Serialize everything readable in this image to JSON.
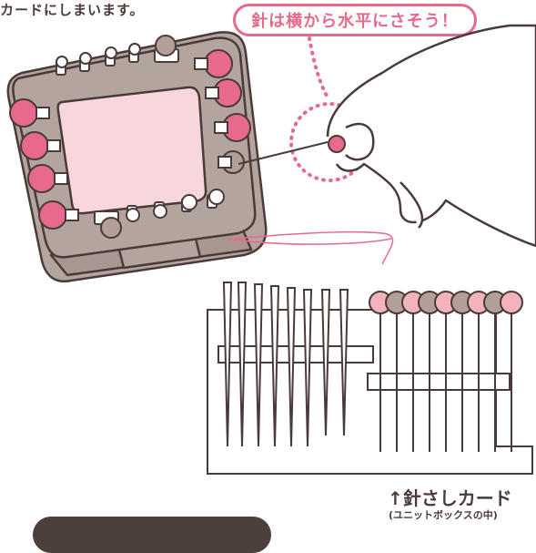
{
  "intro_text": "カードにしまいます。",
  "callout_text": "針は横から水平にさそう！",
  "caption": {
    "title": "↑針さしカード",
    "subtitle": "(ユニットボックスの中)"
  },
  "colors": {
    "accent_pink": "#e86a8a",
    "box_brown": "#b4a49e",
    "box_outline": "#4a3b3a",
    "card_pink": "#f7d6dc",
    "pin_taupe": "#b19f98"
  }
}
